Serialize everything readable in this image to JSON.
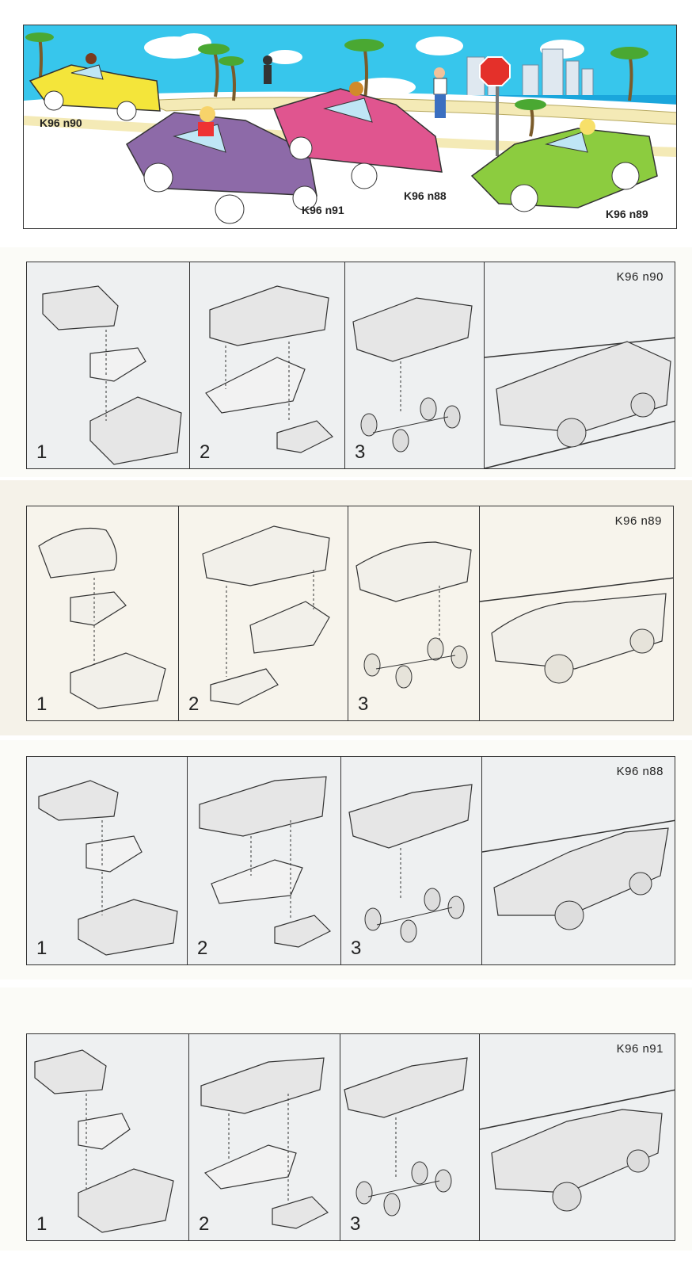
{
  "banner": {
    "labels": {
      "yellow": "K96 n90",
      "purple": "K96 n91",
      "pink": "K96 n88",
      "green": "K96 n89"
    },
    "colors": {
      "sky": "#37c6ec",
      "yellow": "#f4e53a",
      "purple": "#8d6aa8",
      "pink": "#e0558f",
      "green": "#8ccc3f",
      "road": "#f4eab6"
    }
  },
  "sheets": [
    {
      "code": "K96 n90",
      "steps": [
        "1",
        "2",
        "3"
      ]
    },
    {
      "code": "K96 n89",
      "steps": [
        "1",
        "2",
        "3"
      ]
    },
    {
      "code": "K96 n88",
      "steps": [
        "1",
        "2",
        "3"
      ]
    },
    {
      "code": "K96 n91",
      "steps": [
        "1",
        "2",
        "3"
      ]
    }
  ]
}
